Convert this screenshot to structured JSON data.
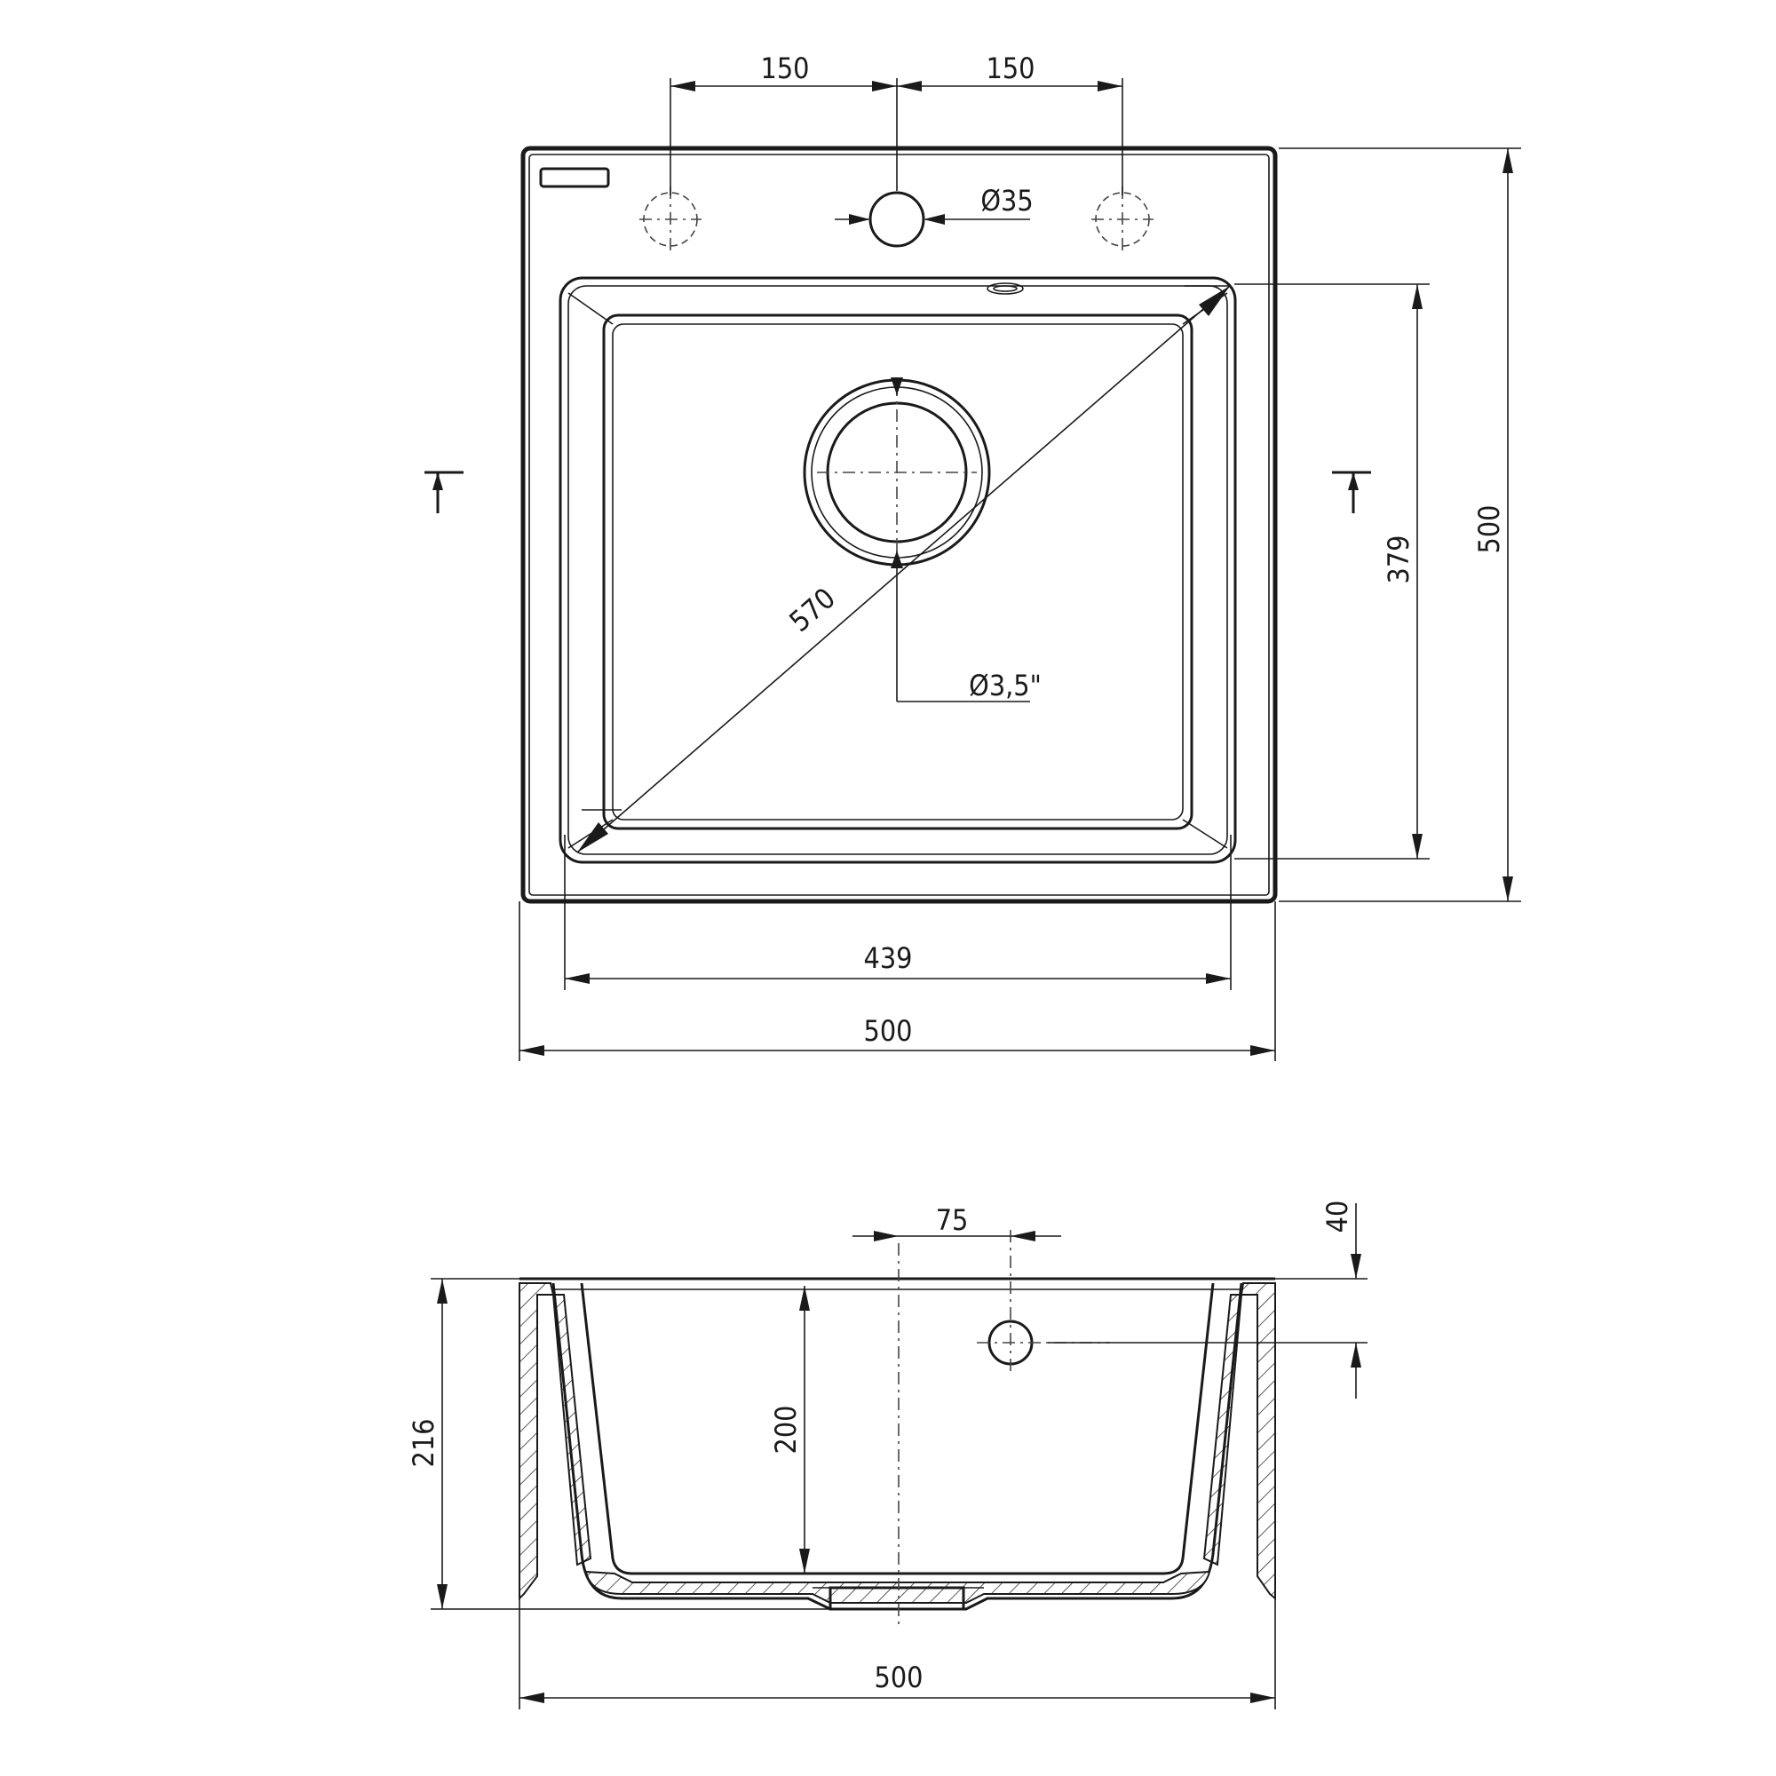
{
  "drawing": {
    "top_view": {
      "tap_hole_spacing_left": "150",
      "tap_hole_spacing_right": "150",
      "tap_hole_diameter": "Ø35",
      "drain_diameter": "Ø3,5\"",
      "bowl_diagonal": "570",
      "bowl_length": "379",
      "overall_length": "500",
      "bowl_width": "439",
      "overall_width": "500"
    },
    "section_view": {
      "overflow_offset": "75",
      "overflow_height": "40",
      "overall_depth": "216",
      "bowl_depth": "200",
      "overall_width": "500"
    }
  }
}
